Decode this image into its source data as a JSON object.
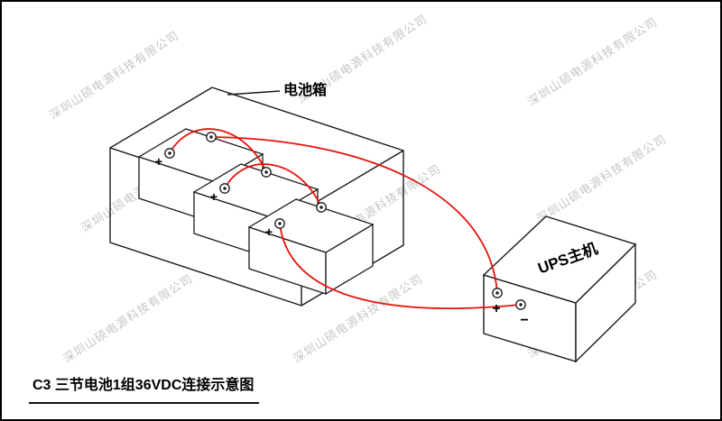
{
  "watermark": {
    "text": "深圳山硕电源科技有限公司",
    "color": "#c6c6c6"
  },
  "diagram": {
    "battery_box_label": "电池箱",
    "ups_label": "UPS主机",
    "battery_plus_label": "+",
    "ups_plus_label": "+",
    "ups_minus_label": "−",
    "wire_color": "#e8130c",
    "line_color": "#1a1a1a"
  },
  "caption": {
    "text": "C3 三节电池1组36VDC连接示意图"
  }
}
